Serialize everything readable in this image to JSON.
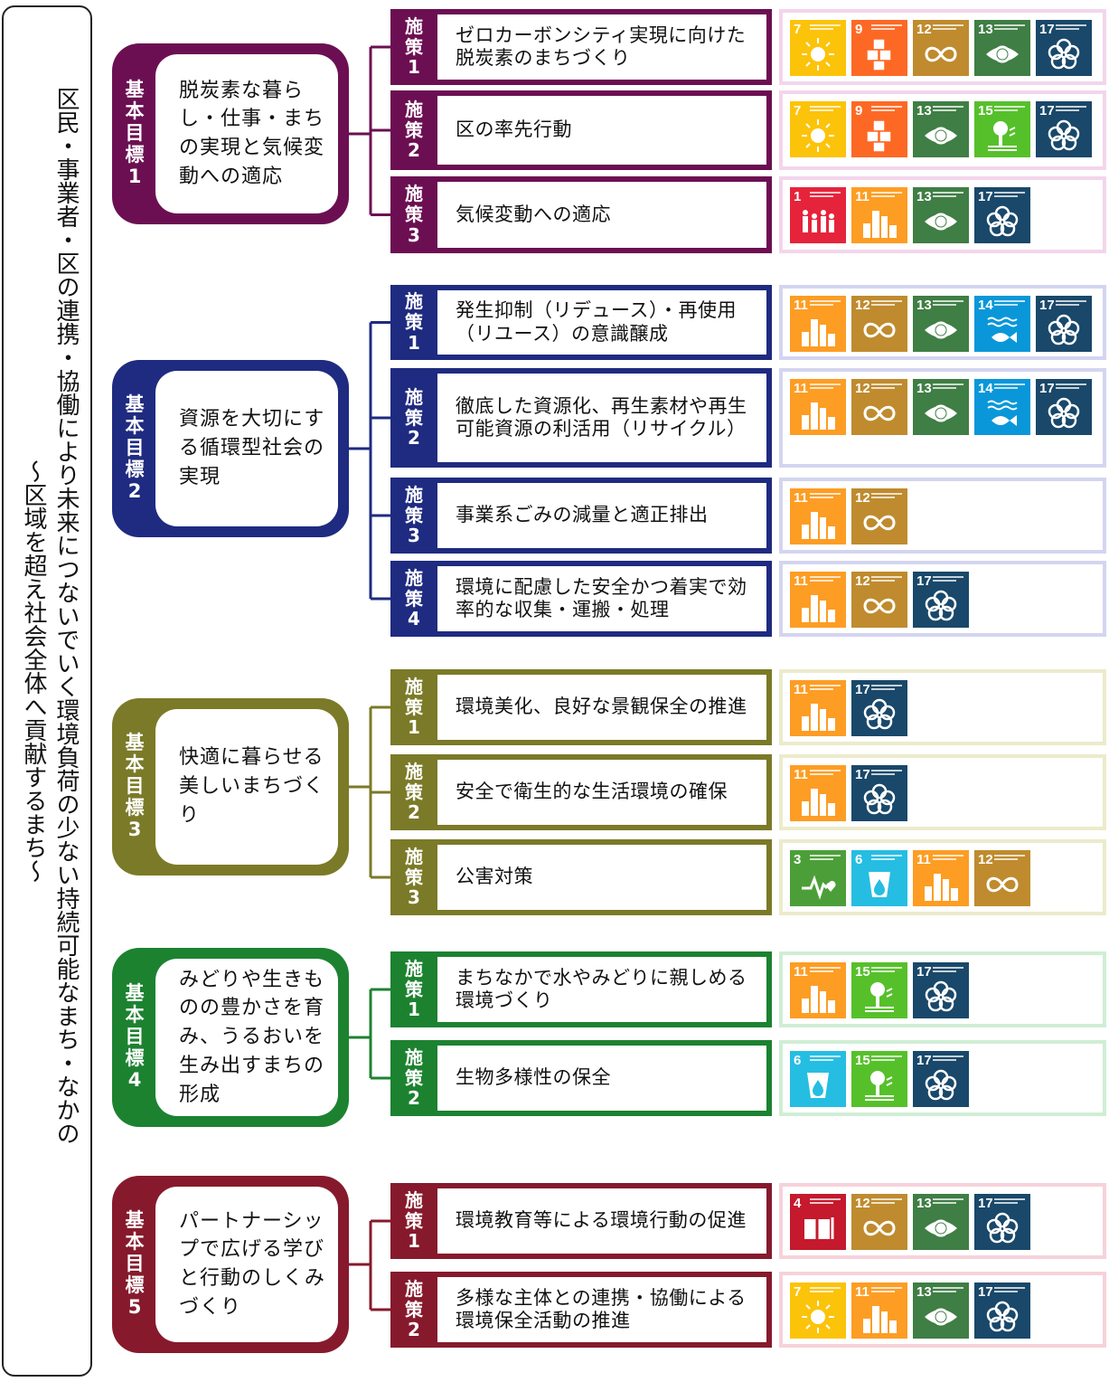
{
  "vision": {
    "line1": "区民・事業者・区の連携・協働により未来につないでいく環境負荷の少ない持続可能なまち・なかの",
    "line2": "～区域を超え社会全体へ貢献するまち～"
  },
  "goal_label": [
    "基",
    "本",
    "目",
    "標"
  ],
  "measure_label": [
    "施",
    "策"
  ],
  "colors": {
    "goal1": "#6c0f52",
    "goal2": "#1f2b80",
    "goal3": "#7b7a28",
    "goal4": "#1c8230",
    "goal5": "#861a2c"
  },
  "goals": [
    {
      "number": "1",
      "title": "脱炭素な暮らし・仕事・まちの実現と気候変動への適応",
      "measures": [
        {
          "number": "1",
          "title": "ゼロカーボンシティ実現に向けた脱炭素のまちづくり",
          "sdgs": [
            7,
            9,
            12,
            13,
            17
          ]
        },
        {
          "number": "2",
          "title": "区の率先行動",
          "sdgs": [
            7,
            9,
            13,
            15,
            17
          ]
        },
        {
          "number": "3",
          "title": "気候変動への適応",
          "sdgs": [
            1,
            11,
            13,
            17
          ]
        }
      ]
    },
    {
      "number": "2",
      "title": "資源を大切にする循環型社会の実現",
      "measures": [
        {
          "number": "1",
          "title": "発生抑制（リデュース）・再使用（リユース）の意識醸成",
          "sdgs": [
            11,
            12,
            13,
            14,
            17
          ]
        },
        {
          "number": "2",
          "title": "徹底した資源化、再生素材や再生可能資源の利活用（リサイクル）",
          "sdgs": [
            11,
            12,
            13,
            14,
            17
          ]
        },
        {
          "number": "3",
          "title": "事業系ごみの減量と適正排出",
          "sdgs": [
            11,
            12
          ]
        },
        {
          "number": "4",
          "title": "環境に配慮した安全かつ着実で効率的な収集・運搬・処理",
          "sdgs": [
            11,
            12,
            17
          ]
        }
      ]
    },
    {
      "number": "3",
      "title": "快適に暮らせる美しいまちづくり",
      "measures": [
        {
          "number": "1",
          "title": "環境美化、良好な景観保全の推進",
          "sdgs": [
            11,
            17
          ]
        },
        {
          "number": "2",
          "title": "安全で衛生的な生活環境の確保",
          "sdgs": [
            11,
            17
          ]
        },
        {
          "number": "3",
          "title": "公害対策",
          "sdgs": [
            3,
            6,
            11,
            12
          ]
        }
      ]
    },
    {
      "number": "4",
      "title": "みどりや生きものの豊かさを育み、うるおいを生み出すまちの形成",
      "measures": [
        {
          "number": "1",
          "title": "まちなかで水やみどりに親しめる環境づくり",
          "sdgs": [
            11,
            15,
            17
          ]
        },
        {
          "number": "2",
          "title": "生物多様性の保全",
          "sdgs": [
            6,
            15,
            17
          ]
        }
      ]
    },
    {
      "number": "5",
      "title": "パートナーシップで広げる学びと行動のしくみづくり",
      "measures": [
        {
          "number": "1",
          "title": "環境教育等による環境行動の促進",
          "sdgs": [
            4,
            12,
            13,
            17
          ]
        },
        {
          "number": "2",
          "title": "多様な主体との連携・協働による環境保全活動の推進",
          "sdgs": [
            7,
            11,
            13,
            17
          ]
        }
      ]
    }
  ],
  "sdg_colors": {
    "1": "#e5243b",
    "3": "#4c9f38",
    "4": "#c5192d",
    "6": "#26bde2",
    "7": "#fcc30b",
    "9": "#fd6925",
    "11": "#fd9d24",
    "12": "#bf8b2e",
    "13": "#3f7e44",
    "14": "#0a97d9",
    "15": "#56c02b",
    "17": "#19486a"
  },
  "sdg_icon_names": {
    "1": "no-poverty-icon",
    "3": "good-health-icon",
    "4": "quality-education-icon",
    "6": "clean-water-icon",
    "7": "clean-energy-icon",
    "9": "industry-innovation-icon",
    "11": "sustainable-cities-icon",
    "12": "responsible-consumption-icon",
    "13": "climate-action-icon",
    "14": "life-below-water-icon",
    "15": "life-on-land-icon",
    "17": "partnerships-icon"
  }
}
